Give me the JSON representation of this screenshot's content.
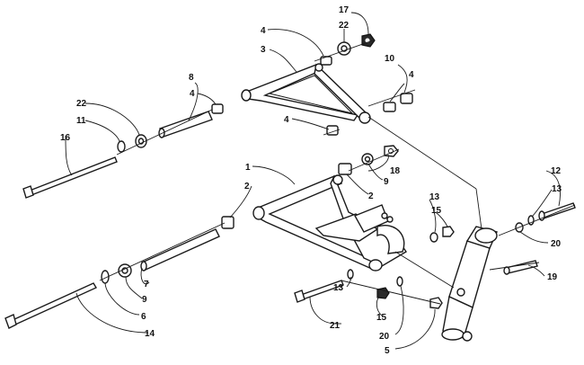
{
  "callouts": {
    "c1": "1",
    "c2a": "2",
    "c2b": "2",
    "c3": "3",
    "c4a": "4",
    "c4b": "4",
    "c4c": "4",
    "c4d": "4",
    "c5": "5",
    "c6": "6",
    "c7": "7",
    "c8": "8",
    "c9a": "9",
    "c9b": "9",
    "c10": "10",
    "c11": "11",
    "c12": "12",
    "c13a": "13",
    "c13b": "13",
    "c13c": "13",
    "c14": "14",
    "c15a": "15",
    "c15b": "15",
    "c16": "16",
    "c17": "17",
    "c18": "18",
    "c19": "19",
    "c20a": "20",
    "c20b": "20",
    "c21": "21",
    "c22a": "22",
    "c22b": "22"
  }
}
